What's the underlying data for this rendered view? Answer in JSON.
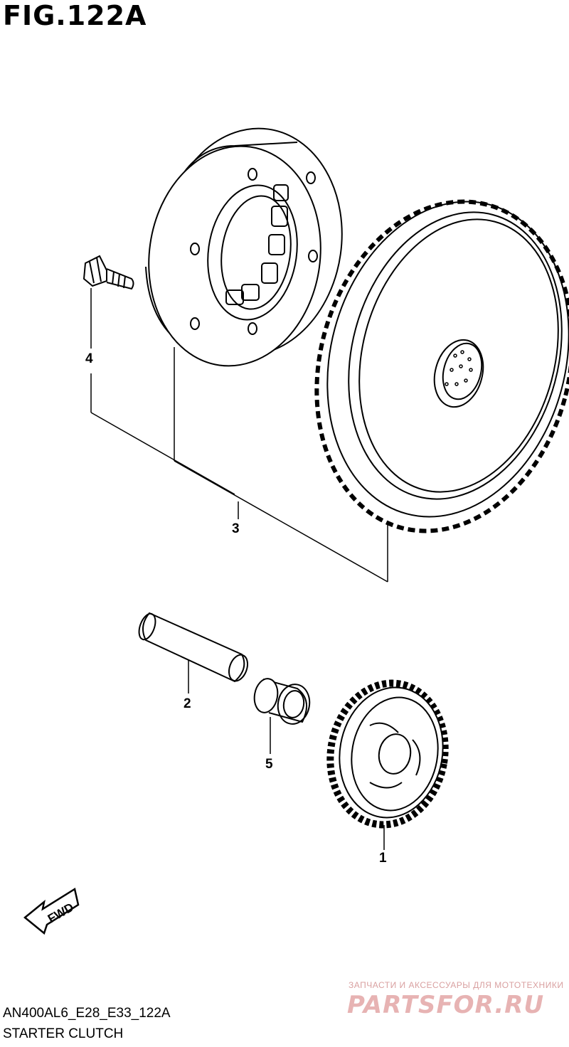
{
  "figure": {
    "title": "FIG.122A",
    "code": "AN400AL6_E28_E33_122A",
    "caption": "STARTER CLUTCH"
  },
  "callouts": {
    "part_1": "1",
    "part_2": "2",
    "part_3": "3",
    "part_4": "4",
    "part_5": "5"
  },
  "fwd_label": "FWD",
  "watermark": {
    "tagline": "ЗАПЧАСТИ И АКСЕССУАРЫ ДЛЯ МОТОТЕХНИКИ",
    "logo": "PARTSFOR.RU"
  },
  "colors": {
    "line": "#000000",
    "background": "#ffffff",
    "watermark": "#e7b3b3"
  }
}
